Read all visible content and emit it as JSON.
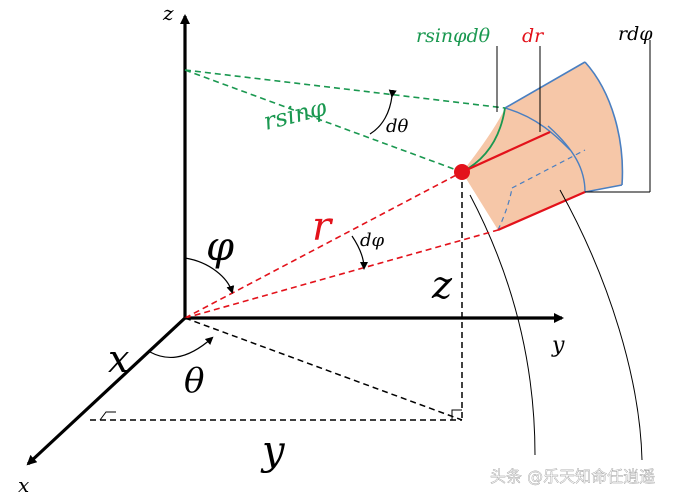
{
  "axes": {
    "z_label": "z",
    "y_label": "y",
    "x_label_tip": "x",
    "x_label_big": "x"
  },
  "labels": {
    "phi": "φ",
    "theta": "θ",
    "r": "r",
    "z_height": "z",
    "y_ground": "y",
    "r_sin_phi": "rsinφ",
    "d_theta": "dθ",
    "d_phi": "dφ",
    "arc_r_sin_phi_dtheta": "rsinφdθ",
    "dr": "dr",
    "r_dphi": "rdφ"
  },
  "colors": {
    "green": "#1a9850",
    "red": "#e3121b",
    "volume_fill": "#f6c7a8",
    "volume_edge": "#4a7fc1",
    "axis": "#000000"
  },
  "watermark": "头条 @乐天知命任逍遥"
}
